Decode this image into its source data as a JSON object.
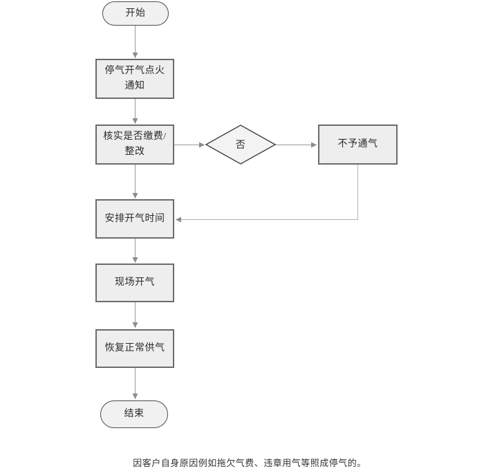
{
  "flowchart": {
    "title": "gas-reopen-process-flowchart",
    "nodes": {
      "start": "开始",
      "notice": "停气开气点火\n通知",
      "verify": "核实是否缴费/\n整改",
      "decision": "否",
      "refuse": "不予通气",
      "schedule": "安排开气时间",
      "onsite": "现场开气",
      "restore": "恢复正常供气",
      "end": "结束"
    },
    "footnote": "因客户自身原因例如拖欠气费、违章用气等照成停气的。",
    "colors": {
      "node_fill": "#eeeeee",
      "node_border": "#6b6b6b",
      "terminal_fill": "#f1f1f1",
      "terminal_border": "#4a4a4a",
      "diamond_fill": "#f3f3f3",
      "diamond_border": "#3f3f3f",
      "connector": "#999999",
      "connector_light": "#b3b3b3",
      "arrowhead": "#8c8c8c",
      "text": "#2b2b2b",
      "canvas_bg": "#ffffff"
    }
  }
}
